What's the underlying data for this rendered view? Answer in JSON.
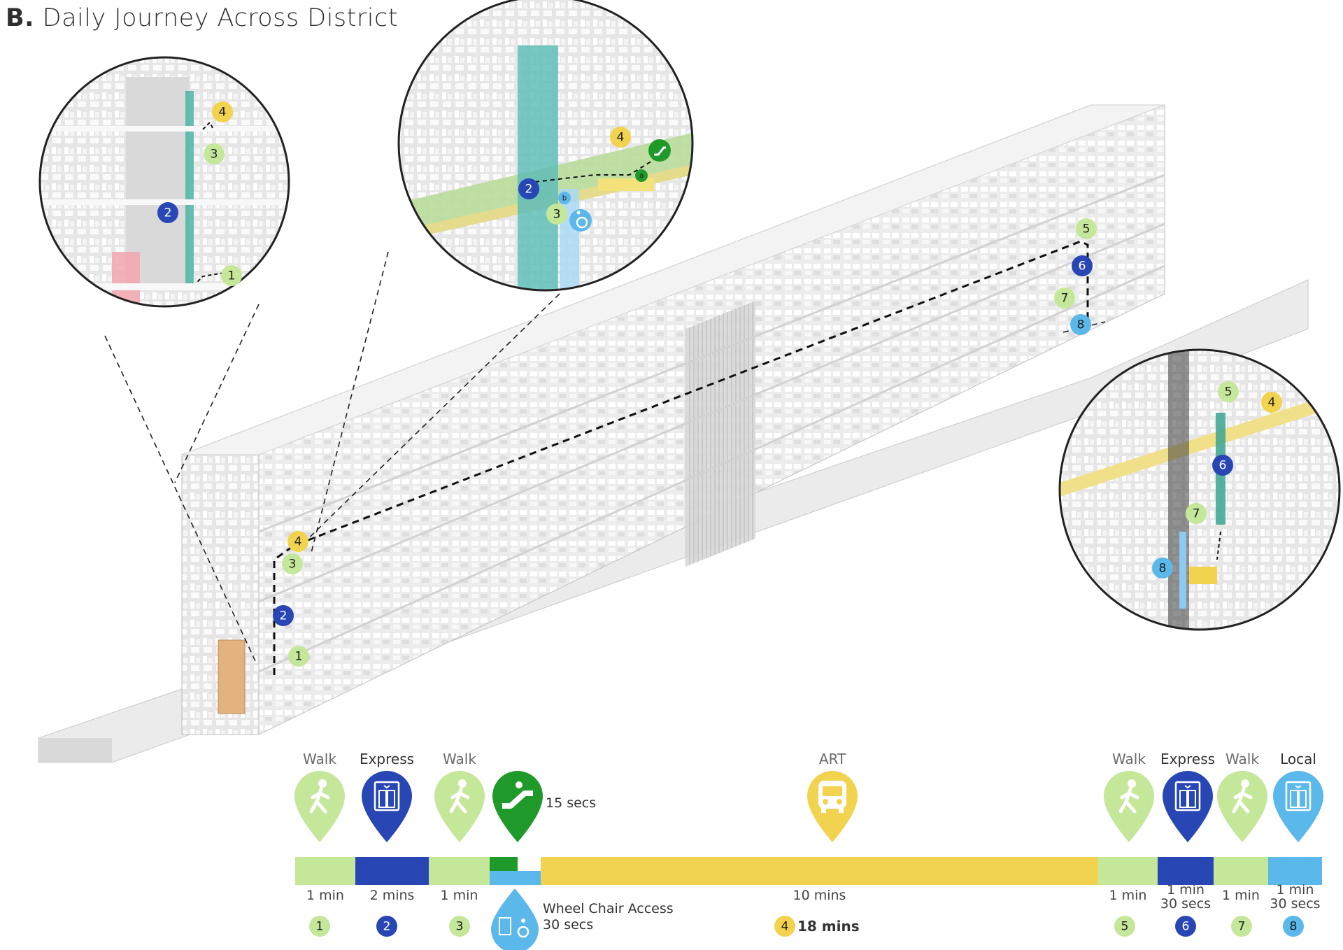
{
  "title": {
    "prefix": "B.",
    "text": "Daily Journey Across District"
  },
  "colors": {
    "walk": "#c5e79a",
    "express": "#2847b5",
    "escalator": "#1f9a2a",
    "art": "#f2d34f",
    "local": "#5bb8ea",
    "number_text": "#1e1e1e"
  },
  "diagram_markers": {
    "building": [
      "1",
      "2",
      "3",
      "4",
      "5",
      "6",
      "7",
      "8"
    ],
    "inset_left": [
      "1",
      "2",
      "3",
      "4"
    ],
    "inset_center": [
      "2",
      "3",
      "4",
      "a",
      "b"
    ],
    "inset_right": [
      "4",
      "5",
      "6",
      "7",
      "8"
    ]
  },
  "legend": {
    "modes": [
      {
        "step": "1",
        "label": "Walk",
        "icon": "walking-person-icon",
        "color": "#c5e79a",
        "duration": "1 min"
      },
      {
        "step": "2",
        "label": "Express",
        "icon": "elevator-icon",
        "color": "#2847b5",
        "duration": "2 mins"
      },
      {
        "step": "3",
        "label": "Walk",
        "icon": "walking-person-icon",
        "color": "#c5e79a",
        "duration": "1 min"
      },
      {
        "step": "",
        "label": "",
        "icon": "escalator-icon",
        "color": "#1f9a2a",
        "duration": "15 secs"
      },
      {
        "step": "4",
        "label": "ART",
        "icon": "bus-icon",
        "color": "#f2d34f",
        "duration": "10 mins"
      },
      {
        "step": "5",
        "label": "Walk",
        "icon": "walking-person-icon",
        "color": "#c5e79a",
        "duration": "1 min"
      },
      {
        "step": "6",
        "label": "Express",
        "icon": "elevator-icon",
        "color": "#2847b5",
        "duration": "1 min\n30 secs"
      },
      {
        "step": "7",
        "label": "Walk",
        "icon": "walking-person-icon",
        "color": "#c5e79a",
        "duration": "1 min"
      },
      {
        "step": "8",
        "label": "Local",
        "icon": "elevator-icon",
        "color": "#5bb8ea",
        "duration": "1 min\n30 secs"
      }
    ],
    "wheelchair": {
      "label": "Wheel Chair Access",
      "duration": "30 secs",
      "icon": "wheelchair-elevator-icon"
    },
    "total": "18 mins"
  }
}
